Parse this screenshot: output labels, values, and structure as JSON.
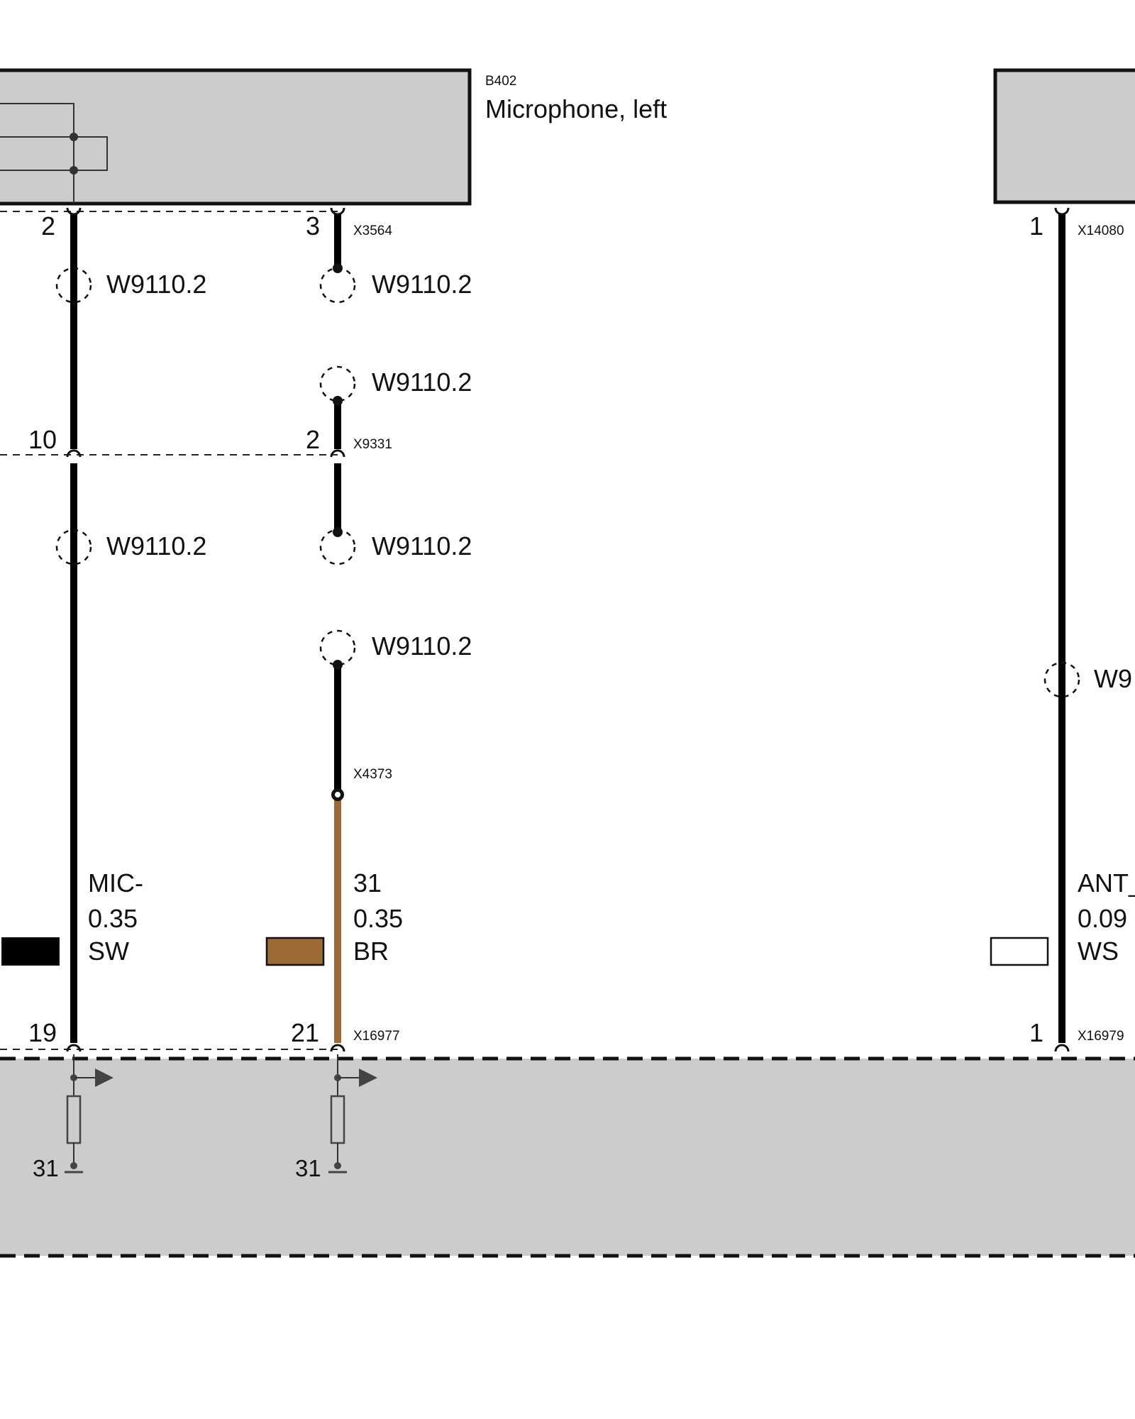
{
  "components": {
    "microphone": {
      "id": "B402",
      "name": "Microphone, left"
    }
  },
  "connectors": {
    "x3564": "X3564",
    "x9331": "X9331",
    "x4373": "X4373",
    "x16977": "X16977",
    "x14080": "X14080",
    "x16979": "X16979"
  },
  "pins": {
    "mic_col1": "2",
    "mic_col2": "3",
    "x9331_col1": "10",
    "x9331_col2": "2",
    "x16977_col1": "19",
    "x16977_col2": "21",
    "x14080": "1",
    "x16979": "1"
  },
  "splices": {
    "label": "W9110.2",
    "label_cut": "W9"
  },
  "wires": [
    {
      "signal": "MIC-",
      "size": "0.35",
      "color_code": "SW",
      "swatch": "#000000"
    },
    {
      "signal": "31",
      "size": "0.35",
      "color_code": "BR",
      "swatch": "#9b6a35"
    },
    {
      "signal": "ANT_",
      "size": "0.09",
      "color_code": "WS",
      "swatch": "#ffffff"
    }
  ],
  "ground": {
    "col1": "31",
    "col2": "31"
  },
  "colors": {
    "component_fill": "#cccccc",
    "brown_wire": "#9b6a35"
  }
}
